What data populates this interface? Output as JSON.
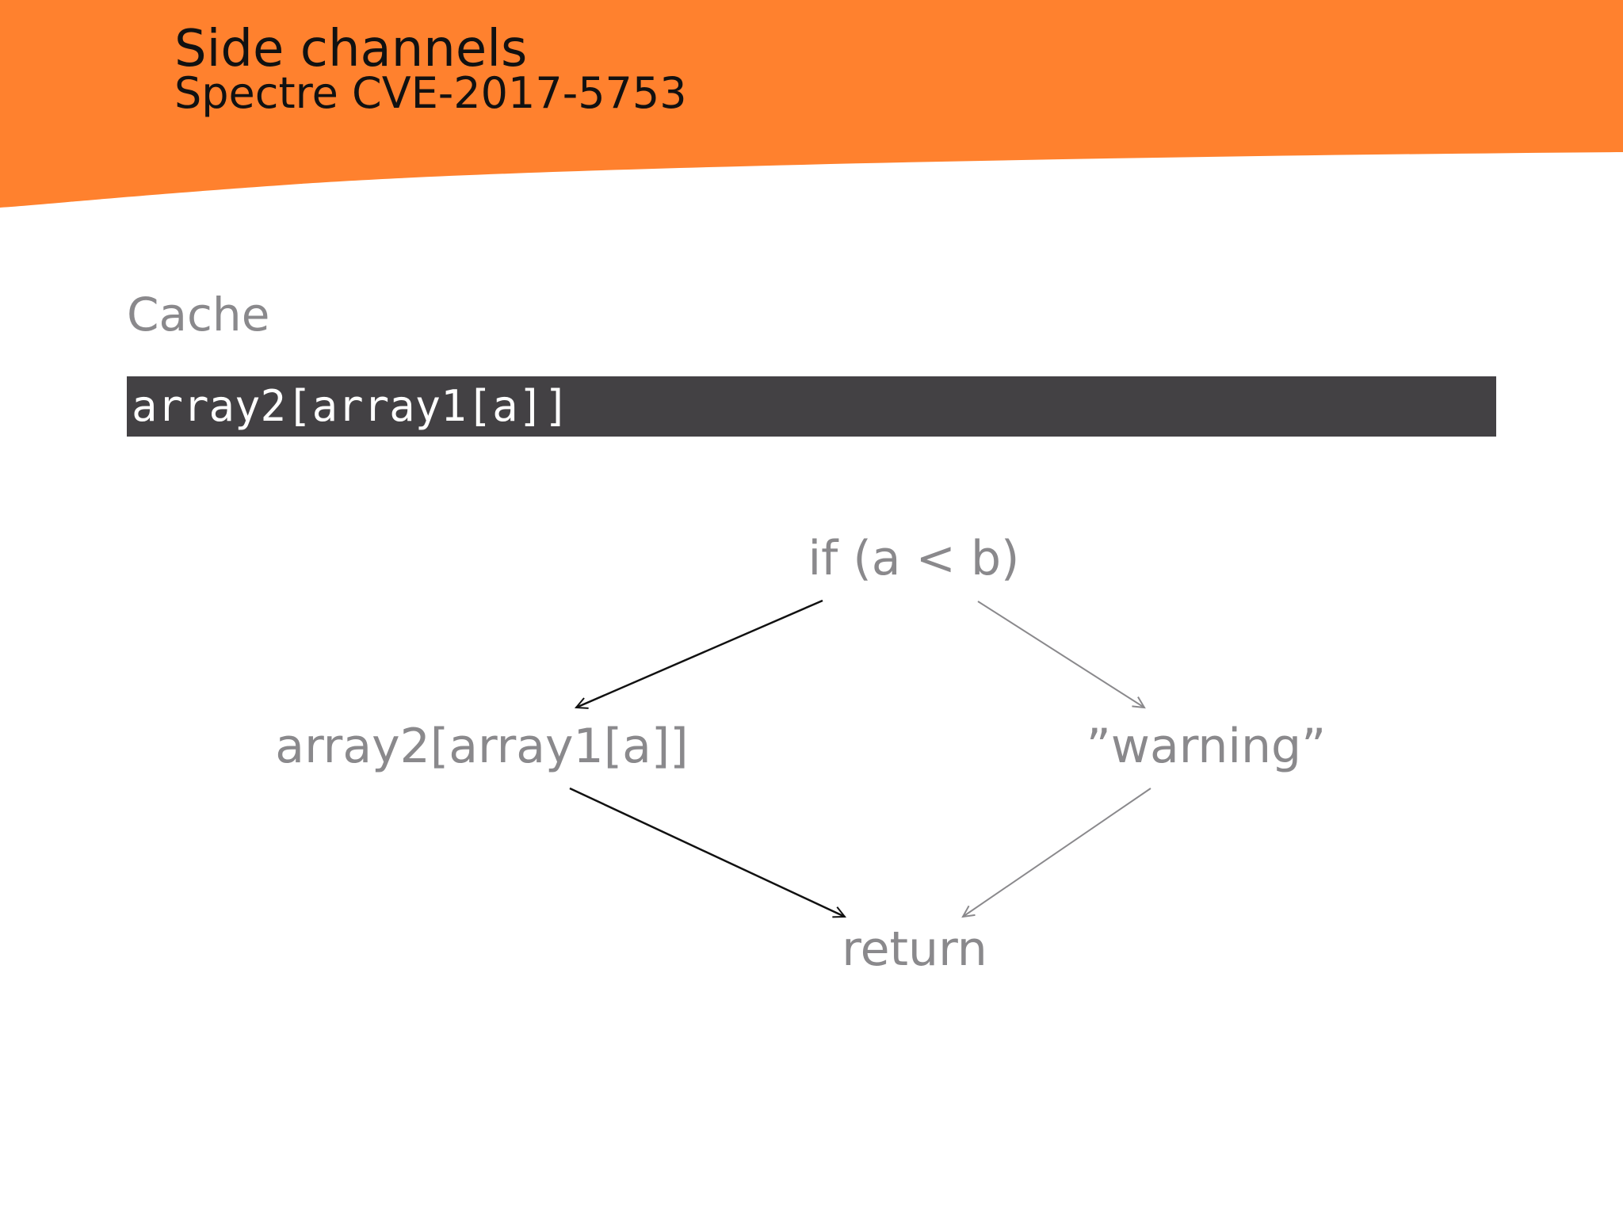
{
  "header": {
    "title": "Side channels",
    "subtitle": "Spectre CVE-2017-5753",
    "banner_color": "#ff812e"
  },
  "section": {
    "heading": "Cache"
  },
  "code": {
    "text": "array2[array1[a]]",
    "background": "#434144"
  },
  "flowchart": {
    "nodes": {
      "condition": "if (a < b)",
      "true_branch": "array2[array1[a]]",
      "false_branch": "”warning”",
      "exit": "return"
    },
    "colors": {
      "taken_path": "#111111",
      "untaken_path": "#8a898c",
      "node_text": "#8a898c"
    }
  }
}
